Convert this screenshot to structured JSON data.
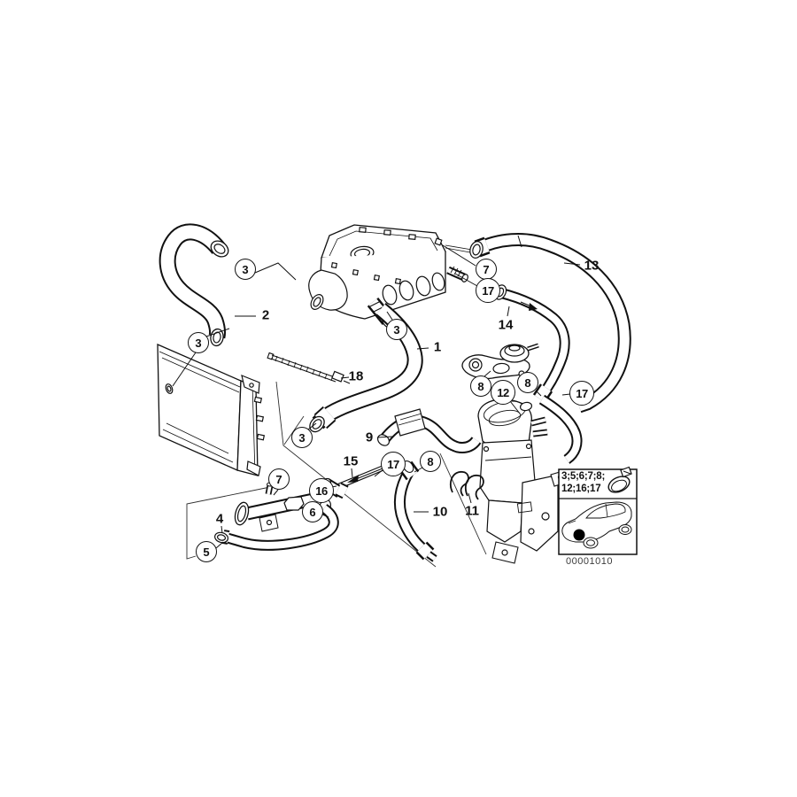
{
  "diagram": {
    "id_code": "00001010",
    "callouts": [
      {
        "label": "3"
      },
      {
        "label": "3"
      },
      {
        "label": "3"
      },
      {
        "label": "3"
      },
      {
        "label": "7"
      },
      {
        "label": "17"
      },
      {
        "label": "8"
      },
      {
        "label": "12"
      },
      {
        "label": "8"
      },
      {
        "label": "17"
      },
      {
        "label": "8"
      },
      {
        "label": "17"
      },
      {
        "label": "7"
      },
      {
        "label": "16"
      },
      {
        "label": "6"
      },
      {
        "label": "5"
      }
    ],
    "part_labels": [
      {
        "label": "2"
      },
      {
        "label": "1"
      },
      {
        "label": "18"
      },
      {
        "label": "9"
      },
      {
        "label": "13"
      },
      {
        "label": "14"
      },
      {
        "label": "15"
      },
      {
        "label": "10"
      },
      {
        "label": "11"
      },
      {
        "label": "4"
      }
    ],
    "legend": {
      "codes_line1": "3;5;6;7;8;",
      "codes_line2": "12;16;17"
    }
  }
}
